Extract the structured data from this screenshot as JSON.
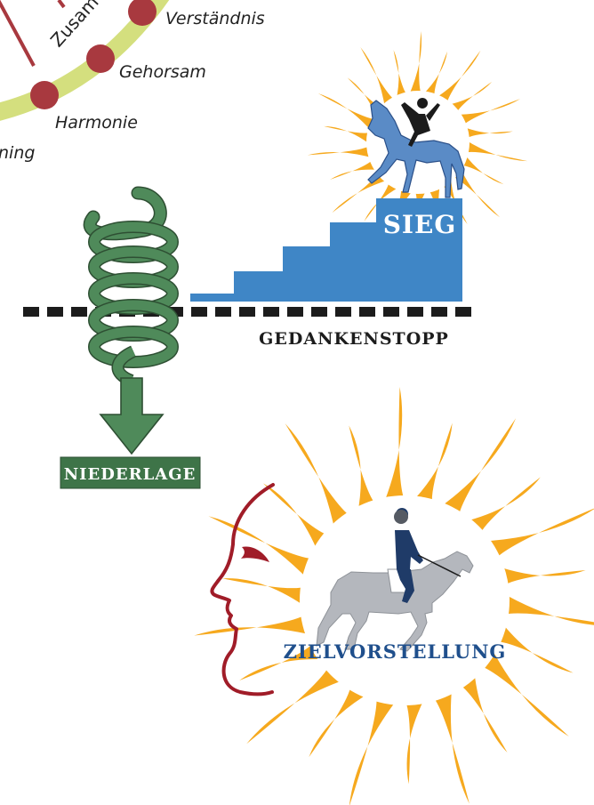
{
  "arc": {
    "curved_label": "Zusam",
    "items": [
      {
        "label": "Verständnis"
      },
      {
        "label": "Gehorsam"
      },
      {
        "label": "Harmonie"
      },
      {
        "label": "ning"
      }
    ]
  },
  "victory": {
    "label": "SIEG"
  },
  "thought_stop": {
    "label": "GEDANKENSTOPP"
  },
  "defeat": {
    "label": "NIEDERLAGE"
  },
  "goal": {
    "label": "ZIELVORSTELLUNG"
  },
  "colors": {
    "arc_band": "#d4df7e",
    "arc_dot": "#a8393f",
    "sun": "#f6a91e",
    "stairs": "#3f86c6",
    "horse_blue": "#5a8bc6",
    "spiral": "#4f8a5a",
    "dash": "#1c1c1c",
    "gray_horse": "#b4b7bd",
    "rider_navy": "#1f3b68",
    "face_line": "#a01c28",
    "goal_text": "#1f4f8c",
    "defeat_box": "#3e7448"
  },
  "icons": [
    "sun-icon",
    "horse-rider-icon",
    "spiral-icon",
    "arrow-down-icon",
    "face-profile-icon",
    "dressage-horse-icon"
  ]
}
